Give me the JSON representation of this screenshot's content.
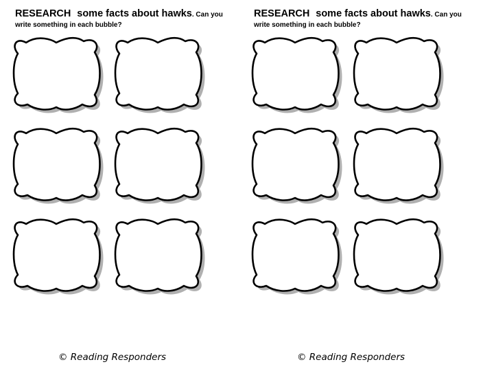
{
  "worksheets": [
    {
      "instruction_research": "RESEARCH",
      "instruction_topic": "some facts about hawks",
      "instruction_question_part1": ". Can you",
      "instruction_question_part2": "write something in each bubble?",
      "credit": "© Reading Responders",
      "bubbles": [
        "",
        "",
        "",
        "",
        "",
        ""
      ]
    },
    {
      "instruction_research": "RESEARCH",
      "instruction_topic": "some facts about hawks",
      "instruction_question_part1": ". Can you",
      "instruction_question_part2": "write something in each bubble?",
      "credit": "© Reading Responders",
      "bubbles": [
        "",
        "",
        "",
        "",
        "",
        ""
      ]
    }
  ],
  "colors": {
    "bubble_fill": "#ffffff",
    "bubble_outline": "#000000",
    "bubble_shadow": "#b0b0b0",
    "text": "#000000"
  },
  "icons": {
    "bubble_shape": "thought-bubble-icon"
  }
}
